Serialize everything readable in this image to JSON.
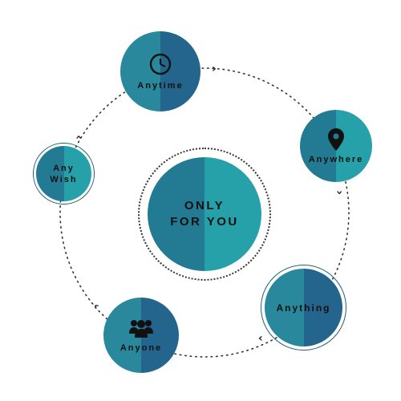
{
  "center": {
    "line1": "ONLY",
    "line2": "FOR YOU"
  },
  "nodes": {
    "anytime": {
      "label": "Anytime",
      "icon": "clock-icon"
    },
    "anywhere": {
      "label": "Anywhere",
      "icon": "location-pin-icon"
    },
    "anything": {
      "label": "Anything"
    },
    "anyone": {
      "label": "Anyone",
      "icon": "people-icon"
    },
    "anywish": {
      "label_line1": "Any",
      "label_line2": "Wish"
    }
  },
  "colors": {
    "teal_light": "#2b8fa3",
    "teal_dark": "#24668f",
    "center_left": "#227b92",
    "center_right": "#26a1a9",
    "dots": "#333333"
  }
}
